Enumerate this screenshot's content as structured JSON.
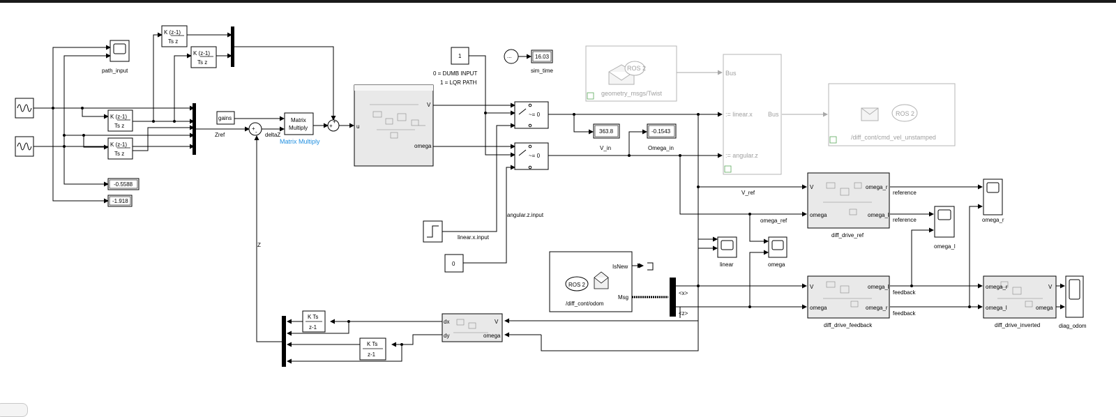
{
  "blocks": {
    "path_input": "path_input",
    "derivative_num": "K (z-1)",
    "derivative_den": "Ts z",
    "gains": "gains",
    "zref": "Zref",
    "sum_minus": "-",
    "sum_plus": "+",
    "deltaz": "deltaZ",
    "matrix_multiply_block": "Matrix\nMultiply",
    "matrix_multiply_label": "Matrix Multiply",
    "controller_u": "u",
    "controller_v": "V",
    "controller_omega": "omega",
    "const_one": "1",
    "mode_line1": "0 = DUMB INPUT",
    "mode_line2": "1 = LQR PATH",
    "clock": "...",
    "sim_time_value": "16.03",
    "sim_time_label": "sim_time",
    "switch_text": "~= 0",
    "v_in_value": "363.8",
    "v_in_label": "V_in",
    "omega_in_value": "-0.1543",
    "omega_in_label": "Omega_in",
    "display_a": "-0.5588",
    "display_b": "-1.918",
    "z_label": "Z",
    "linear_x_input": "linear.x.input",
    "angular_z_input": "angular.z.input",
    "const_zero": "0",
    "twist_label": "geometry_msgs/Twist",
    "ros2": "ROS 2",
    "bus": "Bus",
    "bus_linear_x": ":= linear.x",
    "bus_angular_z": ":= angular.z",
    "bus_out": "Bus",
    "cmd_vel_label": "/diff_cont/cmd_vel_unstamped",
    "v_ref": "V_ref",
    "omega_ref": "omega_ref",
    "reference": "reference",
    "diff_drive_ref": "diff_drive_ref",
    "dd_in_v": "V",
    "dd_in_omega": "omega",
    "dd_out_omega_r": "omega_r",
    "dd_out_omega_l": "omega_l",
    "linear_scope": "linear",
    "omega_scope": "omega",
    "omega_r_scope": "omega_r",
    "omega_l_scope": "omega_l",
    "odom_label": "/diff_cont/odom",
    "isnew": "IsNew",
    "msg": "Msg",
    "sel_x": "<x>",
    "sel_z": "<z>",
    "feedback": "feedback",
    "diff_drive_feedback": "diff_drive_feedback",
    "diff_drive_inverted": "diff_drive_inverted",
    "inv_out_v": "V",
    "inv_out_omega": "omega",
    "diag_odom": "diag_odom",
    "kts_num": "K Ts",
    "kts_den": "z-1",
    "dxdy_dx": "dx",
    "dxdy_dy": "dy",
    "dxdy_v": "V",
    "dxdy_omega": "omega"
  },
  "colors": {
    "wire": "#000000",
    "disabled": "#a8a8a8",
    "annotation_blue": "#1e8ee0"
  }
}
